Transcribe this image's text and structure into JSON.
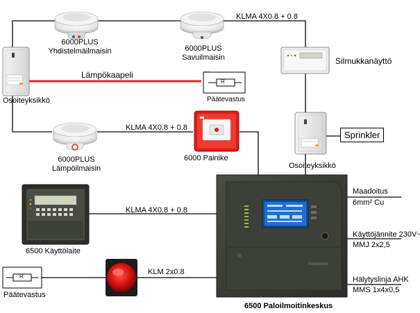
{
  "colors": {
    "wire": "#000000",
    "heat_cable": "#e8202a",
    "panel_body": "#3a3d35",
    "panel_display": "#1e6fd0",
    "button_red": "#e01b1b",
    "siren_red": "#d40f0f"
  },
  "labels": {
    "cable_klma_top": "KLMA 4X0.8 + 0.8",
    "cable_klma_mid": "KLMA 4X0.8 + 0.8",
    "cable_klma_bottom": "KLMA 4X0.8 + 0.8",
    "cable_klm": "KLM 2x0.8",
    "heat_cable": "Lämpökaapeli",
    "combo_detector": [
      "6000PLUS",
      "Yhdistelmäilmaisin"
    ],
    "smoke_detector": [
      "6000PLUS",
      "Savuilmaisin"
    ],
    "heat_detector": [
      "6000PLUS",
      "Lämpöilmaisin"
    ],
    "loop_display": "Silmukkanäyttö",
    "address_unit_left": "Osoiteyksikkö",
    "address_unit_right": "Osoiteyksikkö",
    "terminal_resistor_top": "Päätevastus",
    "terminal_resistor_bottom": "Päätevastus",
    "resistor_symbol": "R",
    "sprinkler": "Sprinkler",
    "call_point": "6000 Painike",
    "operating_unit": "6500 Käyttölaite",
    "control_panel": "6500 Paloilmoitinkeskus",
    "grounding_title": "Maadoitus",
    "grounding_cable": "6mm² Cu",
    "power_title": "Käyttöjännite 230V~",
    "power_cable": "MMJ 2x2,5",
    "alarm_title": "Hälytyslinja AHK",
    "alarm_cable": "MMS 1x4x0,5"
  }
}
